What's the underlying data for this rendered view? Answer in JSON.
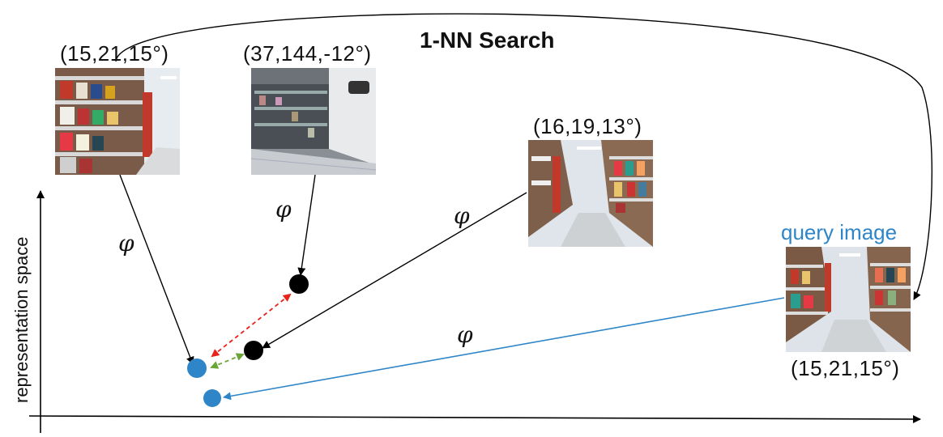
{
  "title": "1-NN Search",
  "axis": {
    "y_label": "representation space"
  },
  "database_images": [
    {
      "coord": "(15,21,15°)"
    },
    {
      "coord": "(37,144,-12°)"
    },
    {
      "coord": "(16,19,13°)"
    }
  ],
  "query": {
    "label": "query image",
    "coord": "(15,21,15°)"
  },
  "mapping_symbol": "φ",
  "colors": {
    "query_blue": "#2E86C8",
    "embedding_blue": "#2E86C8",
    "embedding_black": "#000000",
    "far_pair_red": "#E8211A",
    "near_pair_green": "#6BA53A"
  }
}
